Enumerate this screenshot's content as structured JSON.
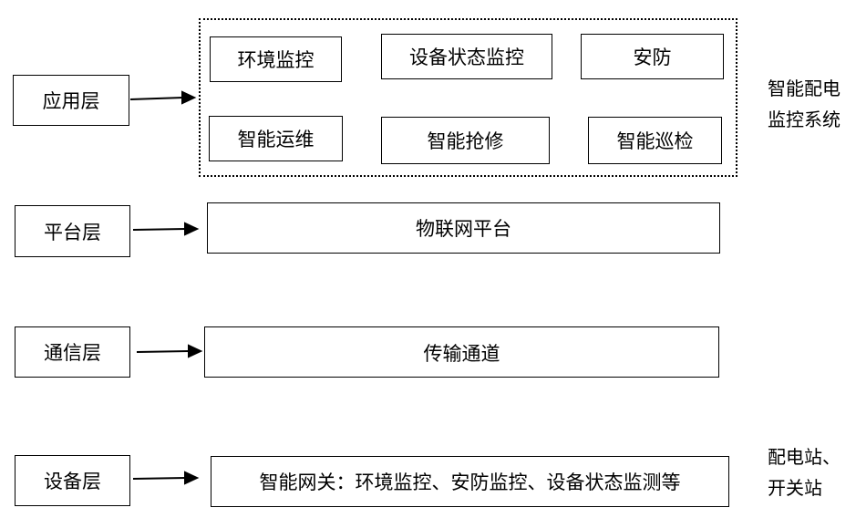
{
  "layers": {
    "application": "应用层",
    "platform": "平台层",
    "communication": "通信层",
    "device": "设备层"
  },
  "application_modules": {
    "environment": "环境监控",
    "equipment_status": "设备状态监控",
    "security": "安防",
    "smart_ops": "智能运维",
    "smart_repair": "智能抢修",
    "smart_patrol": "智能巡检"
  },
  "platform_box": "物联网平台",
  "communication_box": "传输通道",
  "device_box": "智能网关：环境监控、安防监控、设备状态监测等",
  "side_labels": {
    "system_line1": "智能配电",
    "system_line2": "监控系统",
    "site_line1": "配电站、",
    "site_line2": "开关站"
  }
}
